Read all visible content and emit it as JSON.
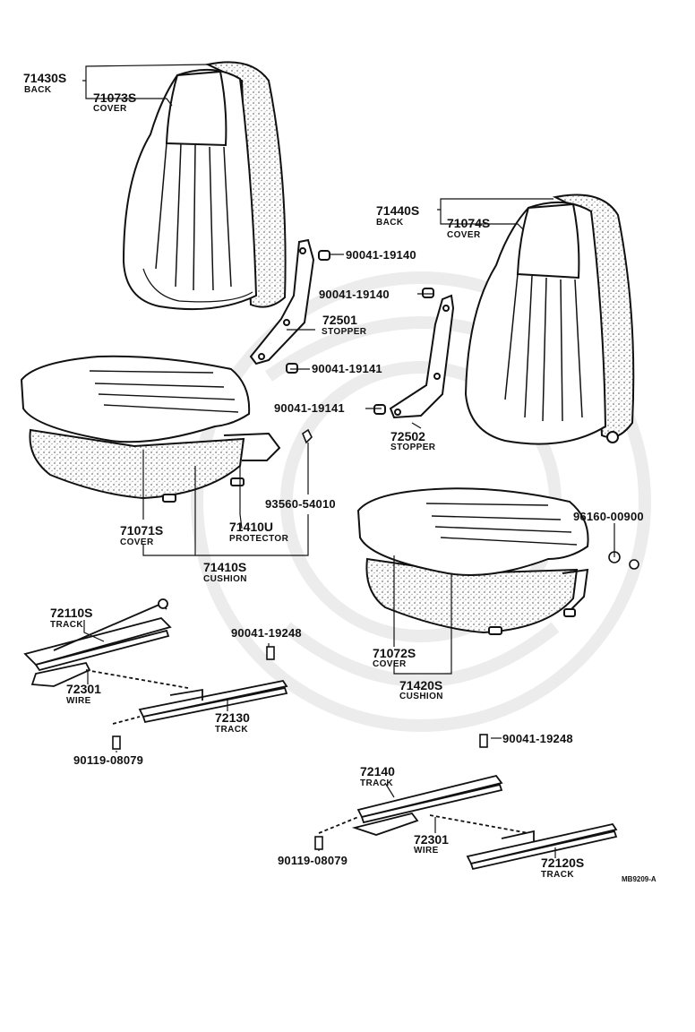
{
  "diagram": {
    "reference_code": "MB9209-A",
    "parts": {
      "back_left": {
        "number": "71430S",
        "name": "BACK"
      },
      "cover_back_left": {
        "number": "71073S",
        "name": "COVER"
      },
      "back_right": {
        "number": "71440S",
        "name": "BACK"
      },
      "cover_back_right": {
        "number": "71074S",
        "name": "COVER"
      },
      "bolt_upper_left": {
        "number": "90041-19140"
      },
      "bolt_upper_right": {
        "number": "90041-19140"
      },
      "stopper_left": {
        "number": "72501",
        "name": "STOPPER"
      },
      "bolt_lower_left": {
        "number": "90041-19141"
      },
      "bolt_lower_right": {
        "number": "90041-19141"
      },
      "stopper_right": {
        "number": "72502",
        "name": "STOPPER"
      },
      "clip": {
        "number": "93560-54010"
      },
      "nut": {
        "number": "96160-00900"
      },
      "cover_cushion_left": {
        "number": "71071S",
        "name": "COVER"
      },
      "protector": {
        "number": "71410U",
        "name": "PROTECTOR"
      },
      "cushion_left": {
        "number": "71410S",
        "name": "CUSHION"
      },
      "cover_cushion_right": {
        "number": "71072S",
        "name": "COVER"
      },
      "cushion_right": {
        "number": "71420S",
        "name": "CUSHION"
      },
      "track_upper_left": {
        "number": "72110S",
        "name": "TRACK"
      },
      "wire_left": {
        "number": "72301",
        "name": "WIRE"
      },
      "bolt_track_left": {
        "number": "90041-19248"
      },
      "track_lower_left": {
        "number": "72130",
        "name": "TRACK"
      },
      "screw_left": {
        "number": "90119-08079"
      },
      "bolt_track_right": {
        "number": "90041-19248"
      },
      "track_upper_right": {
        "number": "72140",
        "name": "TRACK"
      },
      "wire_right": {
        "number": "72301",
        "name": "WIRE"
      },
      "screw_right": {
        "number": "90119-08079"
      },
      "track_lower_right": {
        "number": "72120S",
        "name": "TRACK"
      }
    }
  }
}
